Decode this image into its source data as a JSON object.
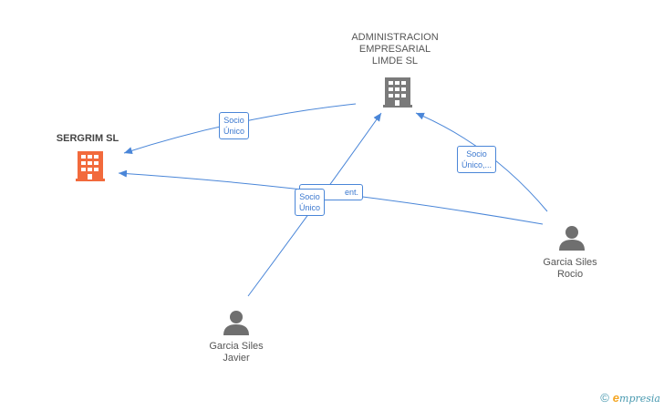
{
  "nodes": {
    "sergrim": {
      "label": "SERGRIM SL",
      "color": "#f26a3c"
    },
    "admin": {
      "lines": [
        "ADMINISTRACION",
        "EMPRESARIAL",
        "LIMDE SL"
      ],
      "color": "#7a7a7a"
    },
    "javier": {
      "lines": [
        "Garcia Siles",
        "Javier"
      ],
      "color": "#6f6f6f"
    },
    "rocio": {
      "lines": [
        "Garcia Siles",
        "Rocio"
      ],
      "color": "#6f6f6f"
    }
  },
  "edges": {
    "admin_sergrim": [
      "Socio",
      "Único"
    ],
    "rocio_admin": [
      "Socio",
      "Único,..."
    ],
    "rocio_sergrim": [
      "ent."
    ],
    "javier_admin": [
      "Socio",
      "Único"
    ]
  },
  "edge_color": "#4a86d8",
  "brand": {
    "copyright": "©",
    "e": "e",
    "rest": "mpresia"
  }
}
